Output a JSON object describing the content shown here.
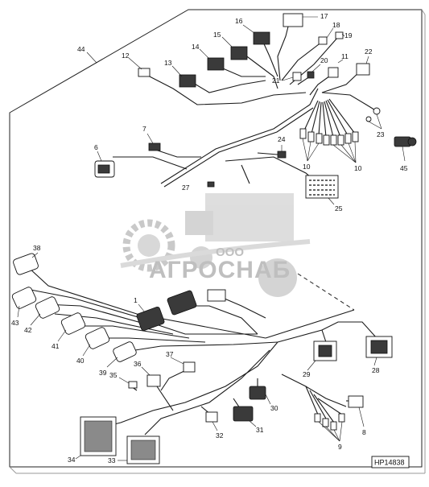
{
  "figure_code": "HP14838",
  "watermark": {
    "line1": "ООО",
    "line2": "АГРОСНАБ"
  },
  "callouts": [
    "44",
    "12",
    "13",
    "14",
    "15",
    "16",
    "17",
    "18",
    "19",
    "20",
    "21",
    "11",
    "22",
    "23",
    "10",
    "10",
    "24",
    "7",
    "6",
    "27",
    "25",
    "45",
    "38",
    "43",
    "42",
    "41",
    "40",
    "39",
    "1",
    "37",
    "36",
    "35",
    "29",
    "28",
    "30",
    "31",
    "32",
    "8",
    "9",
    "34",
    "33"
  ]
}
